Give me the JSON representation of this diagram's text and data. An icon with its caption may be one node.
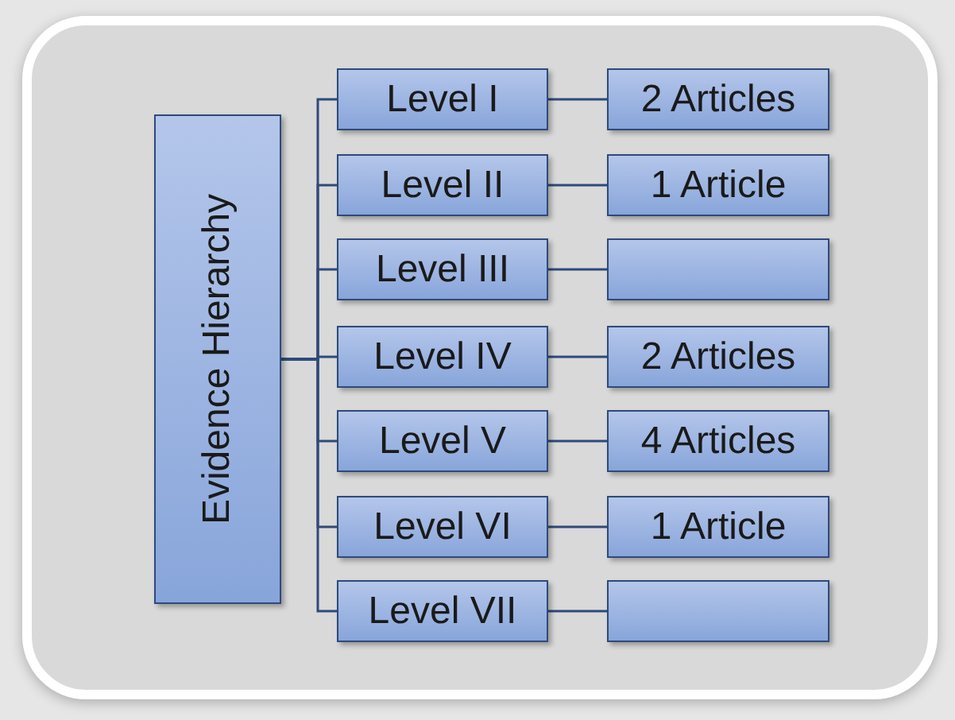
{
  "diagram": {
    "nodes": [
      {
        "text": [
          "Evidence Hierarchy"
        ]
      },
      {
        "text": [
          "Level I"
        ]
      },
      {
        "text": [
          "Level II"
        ]
      },
      {
        "text": [
          "Level III"
        ]
      },
      {
        "text": [
          "Level IV"
        ]
      },
      {
        "text": [
          "Level V"
        ]
      },
      {
        "text": [
          "Level VI"
        ]
      },
      {
        "text": [
          "Level VII"
        ]
      },
      {
        "text": [
          "2 Articles"
        ]
      },
      {
        "text": [
          "1 Article"
        ]
      },
      {
        "text": [],
        "shape": "box"
      },
      {
        "text": [
          "2 Articles"
        ]
      },
      {
        "text": [
          "4 Articles"
        ]
      },
      {
        "text": [
          "1 Article"
        ]
      },
      {
        "text": [],
        "shape": "box"
      }
    ],
    "edges": [
      {
        "from": 0,
        "to": 1,
        "arrow": "none"
      },
      {
        "from": 0,
        "to": 2,
        "arrow": "none"
      },
      {
        "from": 0,
        "to": 3,
        "arrow": "none"
      },
      {
        "from": 0,
        "to": 4,
        "arrow": "none"
      },
      {
        "from": 0,
        "to": 5,
        "arrow": "none"
      },
      {
        "from": 0,
        "to": 6,
        "arrow": "none"
      },
      {
        "from": 0,
        "to": 7,
        "arrow": "none"
      },
      {
        "from": 1,
        "to": 8,
        "arrow": "none"
      },
      {
        "from": 2,
        "to": 9,
        "arrow": "none"
      },
      {
        "from": 3,
        "to": 10,
        "arrow": "none"
      },
      {
        "from": 4,
        "to": 11,
        "arrow": "none"
      },
      {
        "from": 5,
        "to": 12,
        "arrow": "none"
      },
      {
        "from": 6,
        "to": 13,
        "arrow": "none"
      },
      {
        "from": 7,
        "to": 14,
        "arrow": "none"
      }
    ]
  }
}
